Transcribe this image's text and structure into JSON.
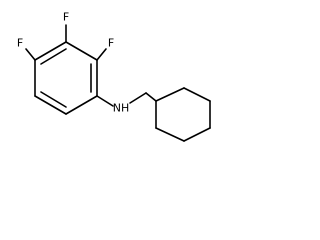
{
  "molecule": {
    "atoms": {
      "f_top": "F",
      "f_right": "F",
      "f_left": "F",
      "nh": "NH"
    }
  }
}
